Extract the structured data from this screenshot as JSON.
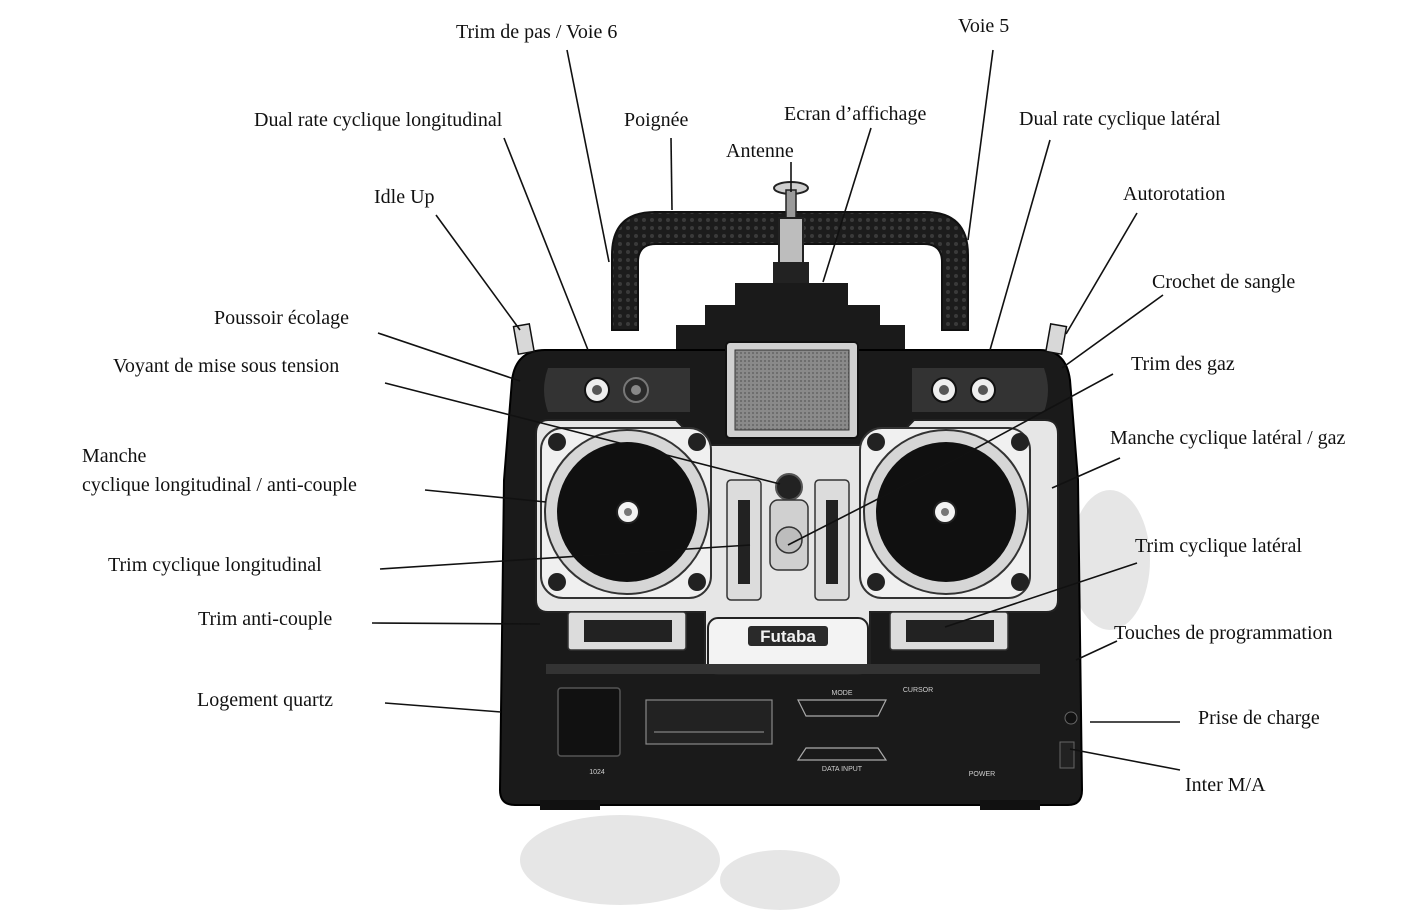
{
  "device": {
    "brand": "Futaba",
    "crystal_code": "1024",
    "panel": {
      "mode": "MODE",
      "cursor": "CURSOR",
      "data_input": "DATA INPUT",
      "power": "POWER"
    }
  },
  "labels": {
    "trim_pas_voie6": "Trim de pas / Voie 6",
    "voie5": "Voie 5",
    "dual_rate_long": "Dual rate cyclique longitudinal",
    "poignee": "Poignée",
    "ecran": "Ecran d’affichage",
    "dual_rate_lat": "Dual rate cyclique latéral",
    "antenne": "Antenne",
    "idle_up": "Idle Up",
    "autorotation": "Autorotation",
    "crochet": "Crochet de sangle",
    "poussoir": "Poussoir écolage",
    "trim_gaz": "Trim des gaz",
    "voyant": "Voyant de mise sous tension",
    "manche_l1": "Manche",
    "manche_l2": "cyclique longitudinal / anti-couple",
    "manche_lat": "Manche cyclique latéral / gaz",
    "trim_long": "Trim cyclique longitudinal",
    "trim_lat": "Trim cyclique latéral",
    "trim_anti": "Trim anti-couple",
    "touches": "Touches de programmation",
    "logement": "Logement quartz",
    "prise": "Prise de charge",
    "inter": "Inter M/A"
  }
}
